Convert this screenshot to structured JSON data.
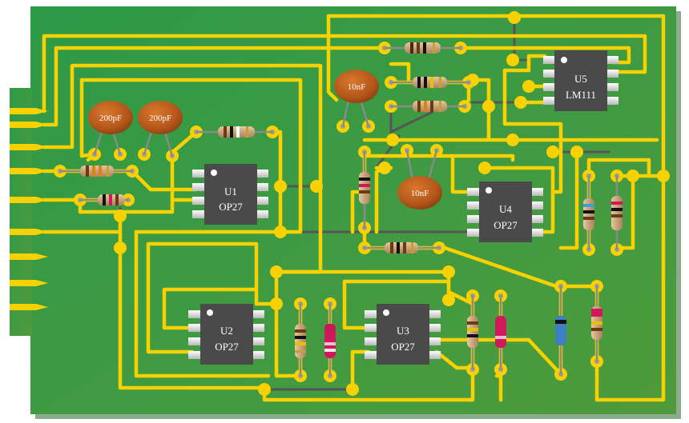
{
  "board": {
    "chips": [
      {
        "id": "u1",
        "ref": "U1",
        "part": "OP27"
      },
      {
        "id": "u2",
        "ref": "U2",
        "part": "OP27"
      },
      {
        "id": "u3",
        "ref": "U3",
        "part": "OP27"
      },
      {
        "id": "u4",
        "ref": "U4",
        "part": "OP27"
      },
      {
        "id": "u5",
        "ref": "U5",
        "part": "LM111"
      }
    ],
    "capacitors": [
      {
        "id": "c1",
        "value": "200pF"
      },
      {
        "id": "c2",
        "value": "200pF"
      },
      {
        "id": "c3",
        "value": "10nF"
      },
      {
        "id": "c4",
        "value": "10nF"
      }
    ],
    "colors": {
      "board_green": "#3f9a44",
      "trace_yellow": "#f8d100",
      "gray_trace": "#555555",
      "chip_body": "#4a4a4a",
      "capacitor_orange": "#c05a18"
    }
  }
}
